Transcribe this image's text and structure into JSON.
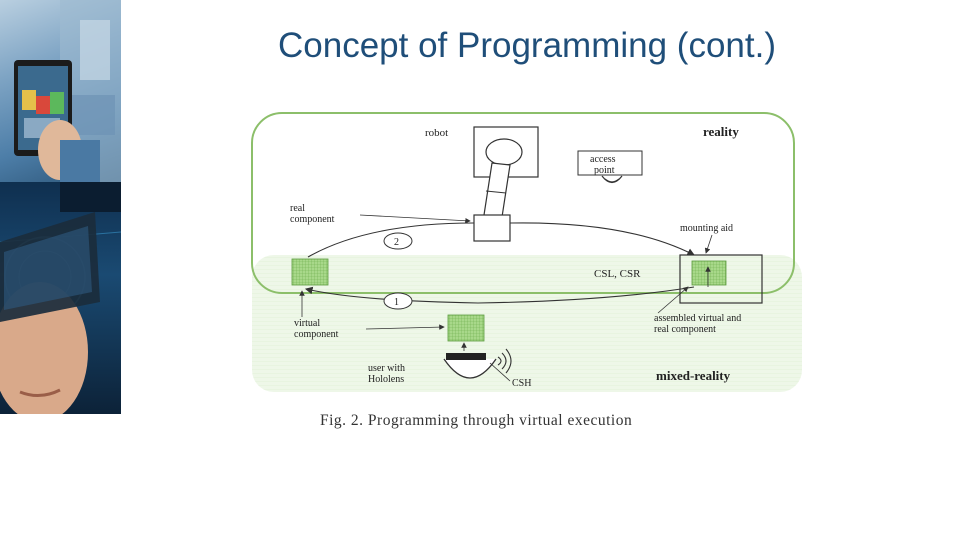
{
  "slide": {
    "title": "Concept of Programming (cont.)"
  },
  "side_images": [
    {
      "name": "tablet-photo",
      "description_icon": "tablet-ar-photo"
    },
    {
      "name": "hololens-photo",
      "description_icon": "headset-user-photo"
    }
  ],
  "figure": {
    "caption": "Fig. 2. Programming through virtual execution",
    "labels": {
      "robot": "robot",
      "reality": "reality",
      "access_point_line1": "access",
      "access_point_line2": "point",
      "real_component_line1": "real",
      "real_component_line2": "component",
      "mounting_aid": "mounting aid",
      "step_2": "2",
      "step_1": "1",
      "csl_csr": "CSL, CSR",
      "virtual_component_line1": "virtual",
      "virtual_component_line2": "component",
      "assembled_line1": "assembled virtual and",
      "assembled_line2": "real component",
      "user_line1": "user with",
      "user_line2": "Hololens",
      "csh": "CSH",
      "mixed_reality": "mixed-reality"
    },
    "colors": {
      "reality_border": "#8cbf6a",
      "mixed_reality_fill": "#e8f4e0",
      "component_fill": "#a8d88a",
      "title": "#1f4e79"
    }
  }
}
